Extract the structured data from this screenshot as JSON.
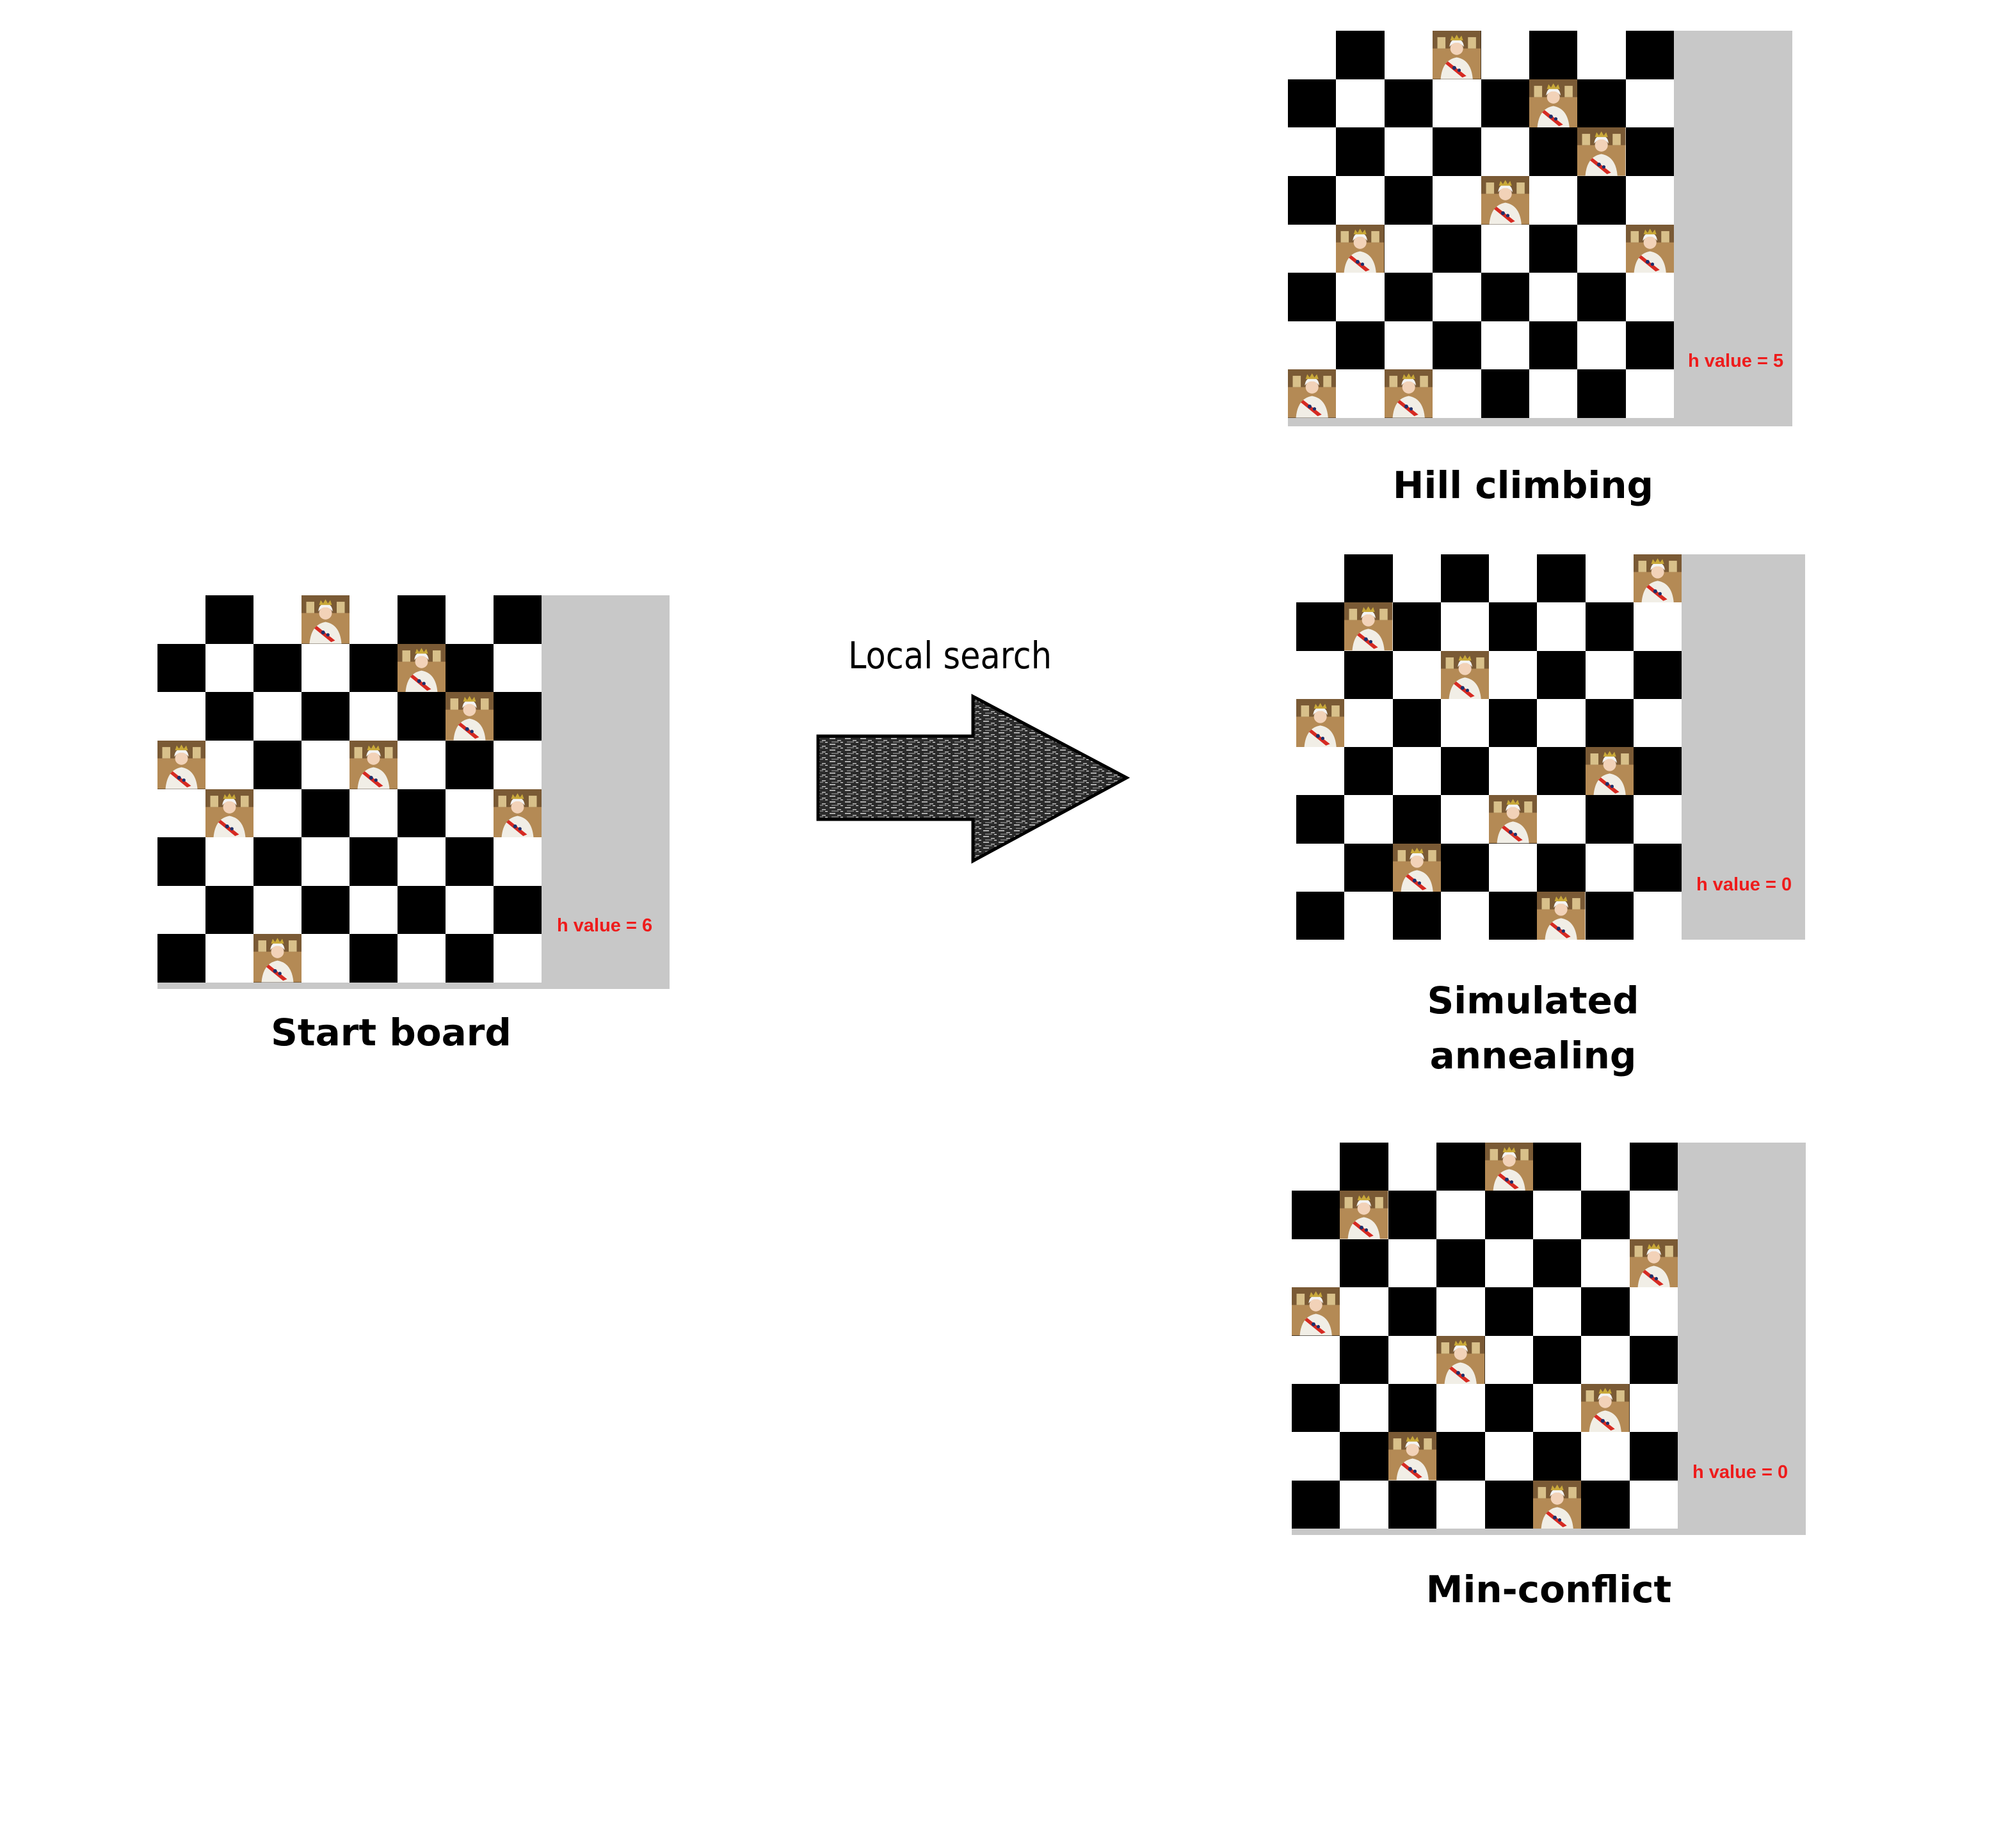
{
  "arrow": {
    "label": "Local search"
  },
  "colors": {
    "dark": "#000000",
    "light": "#ffffff",
    "panel": "#c8c8c8",
    "h_value": "#ee1c1c"
  },
  "boards": [
    {
      "id": "start",
      "caption": "Start board",
      "h_label": "h value = 6",
      "queens": [
        [
          0,
          3
        ],
        [
          1,
          5
        ],
        [
          2,
          6
        ],
        [
          3,
          0
        ],
        [
          3,
          4
        ],
        [
          4,
          1
        ],
        [
          4,
          7
        ],
        [
          7,
          2
        ]
      ]
    },
    {
      "id": "hill",
      "caption": "Hill climbing",
      "h_label": "h value = 5",
      "queens": [
        [
          0,
          3
        ],
        [
          1,
          5
        ],
        [
          2,
          6
        ],
        [
          3,
          4
        ],
        [
          4,
          1
        ],
        [
          4,
          7
        ],
        [
          7,
          0
        ],
        [
          7,
          2
        ]
      ]
    },
    {
      "id": "sa",
      "caption": "Simulated annealing",
      "h_label": "h value = 0",
      "queens": [
        [
          0,
          7
        ],
        [
          1,
          1
        ],
        [
          2,
          3
        ],
        [
          3,
          0
        ],
        [
          4,
          6
        ],
        [
          5,
          4
        ],
        [
          6,
          2
        ],
        [
          7,
          5
        ]
      ]
    },
    {
      "id": "mc",
      "caption": "Min-conflict",
      "h_label": "h value = 0",
      "queens": [
        [
          0,
          4
        ],
        [
          1,
          1
        ],
        [
          2,
          7
        ],
        [
          3,
          0
        ],
        [
          4,
          3
        ],
        [
          5,
          6
        ],
        [
          6,
          2
        ],
        [
          7,
          5
        ]
      ]
    }
  ]
}
